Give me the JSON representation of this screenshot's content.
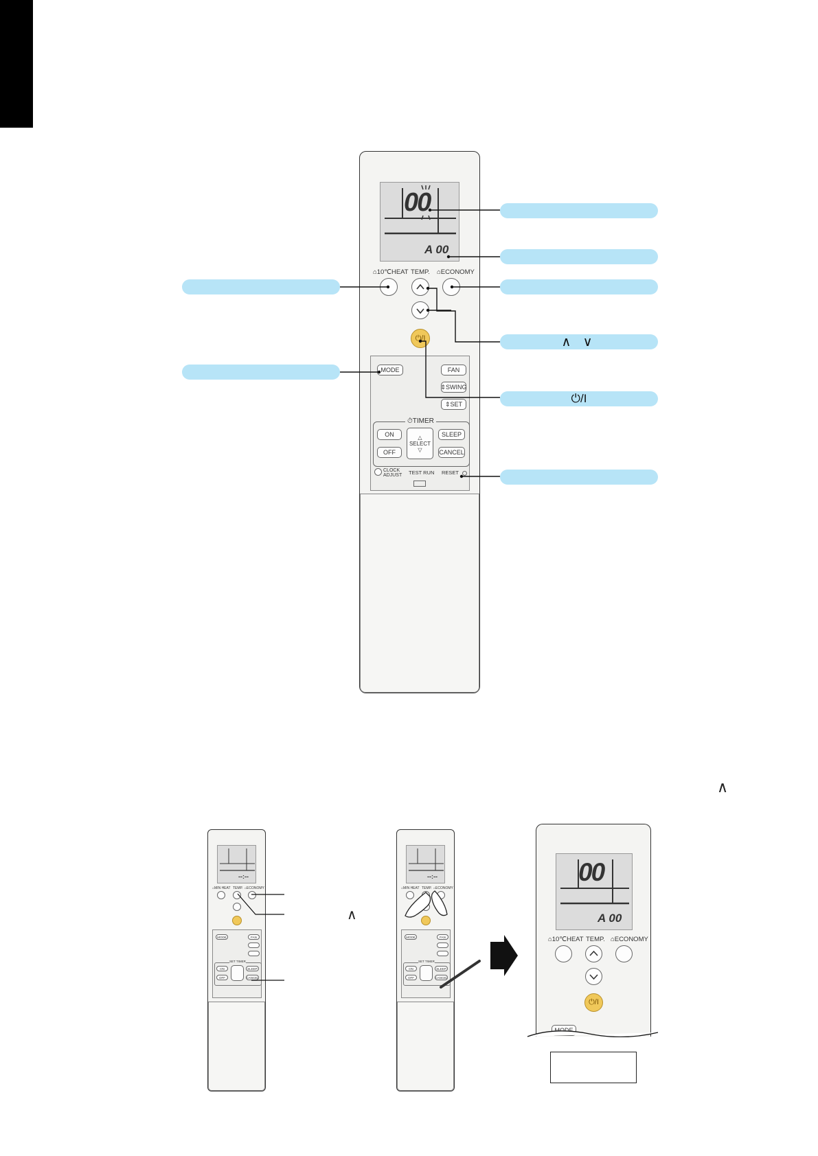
{
  "remote": {
    "lcd_main": "00",
    "lcd_sub": "A 00",
    "heat_label": "⌂10℃HEAT",
    "temp_label": "TEMP.",
    "economy_label": "⌂ECONOMY",
    "power_label": "⏻/I",
    "mode_label": "MODE",
    "fan_label": "FAN",
    "swing_label": "⇕SWING",
    "set_label": "⇕SET",
    "timer_label": "⏱TIMER",
    "on_label": "ON",
    "off_label": "OFF",
    "select_label": "SELECT",
    "sleep_label": "SLEEP",
    "cancel_label": "CANCEL",
    "clock_label": "CLOCK ADJUST",
    "test_run_label": "TEST RUN",
    "reset_label": "RESET"
  },
  "callouts": {
    "temp_arrows": "∧ ∨",
    "power": "⏻/I"
  },
  "step_text": {
    "up_arrow": "∧"
  },
  "small_remote": {
    "lcd": "--:--",
    "heat_label": "⌂MIN HEAT",
    "temp_label": "TEMP.",
    "economy_label": "⌂ECONOMY",
    "mode_label": "MODE",
    "fan_label": "FAN",
    "timer_label": "SET TIMER",
    "on_label": "ON",
    "off_label": "OFF",
    "sleep_label": "SLEEP",
    "cancel_label": "CANCEL"
  },
  "zoom_remote": {
    "lcd_main": "00",
    "lcd_sub": "A 00",
    "heat_label": "⌂10℃HEAT",
    "temp_label": "TEMP.",
    "economy_label": "⌂ECONOMY",
    "power_label": "⏻/I",
    "mode_label": "MODE"
  }
}
